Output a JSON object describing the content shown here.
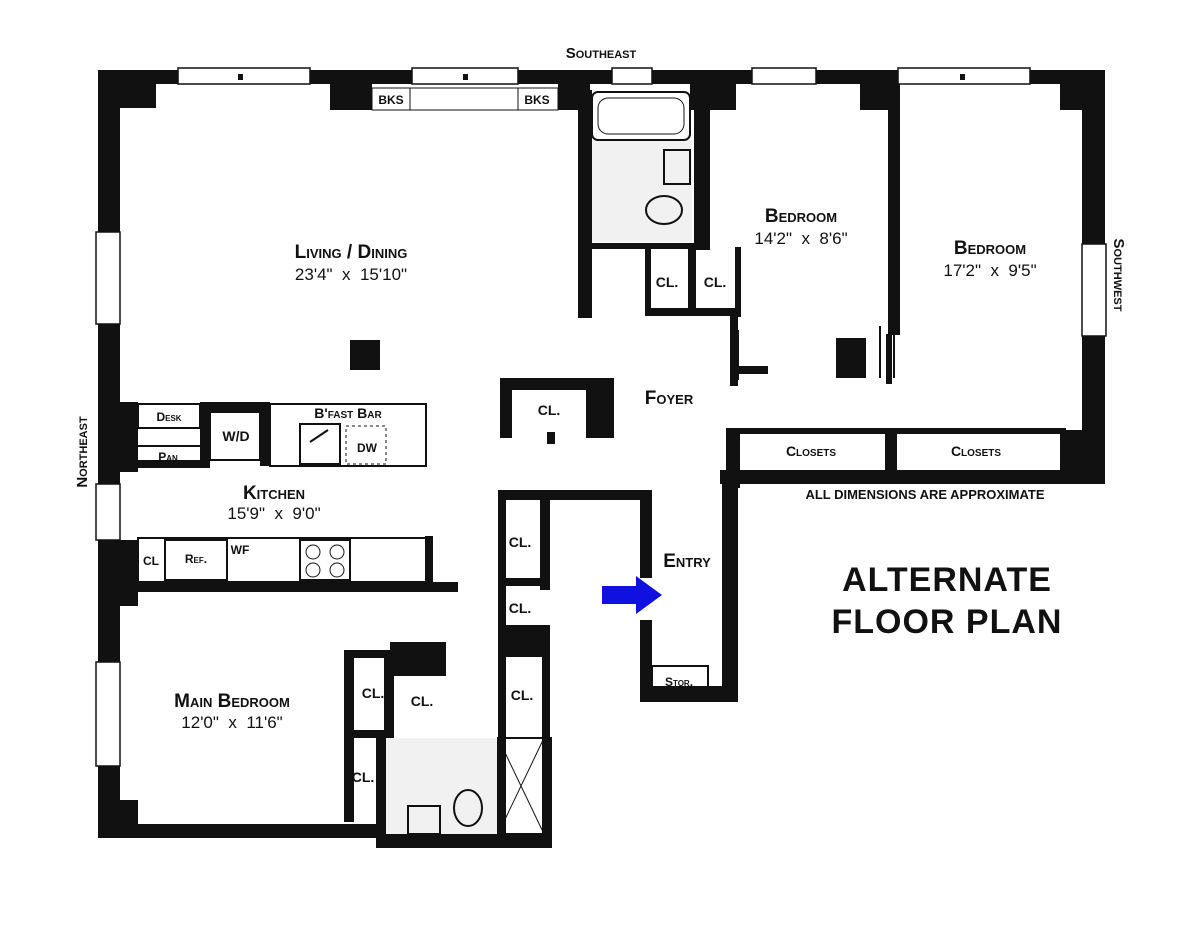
{
  "orientation": {
    "top": "Southeast",
    "right": "Southwest",
    "left": "Northeast"
  },
  "rooms": {
    "living": {
      "name": "Living / Dining",
      "dims": "23'4\"  x  15'10\""
    },
    "bedroom2": {
      "name": "Bedroom",
      "dims": "14'2\"  x  8'6\""
    },
    "bedroom3": {
      "name": "Bedroom",
      "dims": "17'2\"  x  9'5\""
    },
    "kitchen": {
      "name": "Kitchen",
      "dims": "15'9\"  x  9'0\""
    },
    "main_bedroom": {
      "name": "Main Bedroom",
      "dims": "12'0\"  x  11'6\""
    },
    "foyer": {
      "name": "Foyer"
    },
    "entry": {
      "name": "Entry"
    }
  },
  "labels": {
    "bks": "BKS",
    "closet": "CL.",
    "closets": "Closets",
    "desk": "Desk",
    "pan": "Pan",
    "wd": "W/D",
    "bfast_bar": "B'fast Bar",
    "dw": "DW",
    "cl_short": "CL",
    "ref": "Ref.",
    "wf": "WF",
    "stor": "Stor."
  },
  "notes": {
    "dimensions": "ALL DIMENSIONS ARE APPROXIMATE",
    "title_line1": "ALTERNATE",
    "title_line2": "FLOOR PLAN"
  },
  "colors": {
    "walls": "#111111",
    "entry_arrow": "#1010e0"
  }
}
